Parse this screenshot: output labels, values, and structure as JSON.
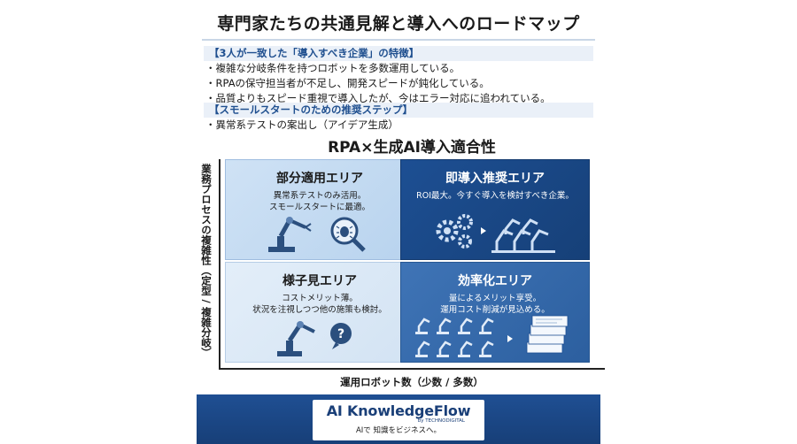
{
  "header": {
    "title": "専門家たちの共通見解と導入へのロードマップ"
  },
  "features": {
    "heading": "【3人が一致した「導入すべき企業」の特徴】",
    "items": [
      "複雑な分岐条件を持つロボットを多数運用している。",
      "RPAの保守担当者が不足し、開発スピードが鈍化している。",
      "品質よりもスピード重視で導入したが、今はエラー対応に追われている。"
    ]
  },
  "steps": {
    "heading": "【スモールスタートのための推奨ステップ】",
    "items": [
      "異常系テストの案出し（アイデア生成）"
    ]
  },
  "matrix": {
    "title": "RPA×生成AI導入適合性",
    "y_label": "業務プロセスの複雑性（定型 / 複雑分岐）",
    "x_label": "運用ロボット数（少数 / 多数）",
    "quadrants": {
      "partial": {
        "title": "部分適用エリア",
        "desc": "異常系テストのみ活用。\nスモールスタートに最適。"
      },
      "immediate": {
        "title": "即導入推奨エリア",
        "desc": "ROI最大。今すぐ導入を検討すべき企業。"
      },
      "wait": {
        "title": "様子見エリア",
        "desc": "コストメリット薄。\n状況を注視しつつ他の施策も検討。"
      },
      "efficiency": {
        "title": "効率化エリア",
        "desc": "量によるメリット享受。\n運用コスト削減が見込める。"
      }
    },
    "colors": {
      "dark": "#1d4f93",
      "mid": "#3f74b6",
      "light": "#cfe2f5",
      "pale": "#e3eef9"
    }
  },
  "footer": {
    "logo": "AI KnowledgeFlow",
    "byline": "by TECHNODIGITAL",
    "tagline": "AIで 知識をビジネスへ。"
  }
}
